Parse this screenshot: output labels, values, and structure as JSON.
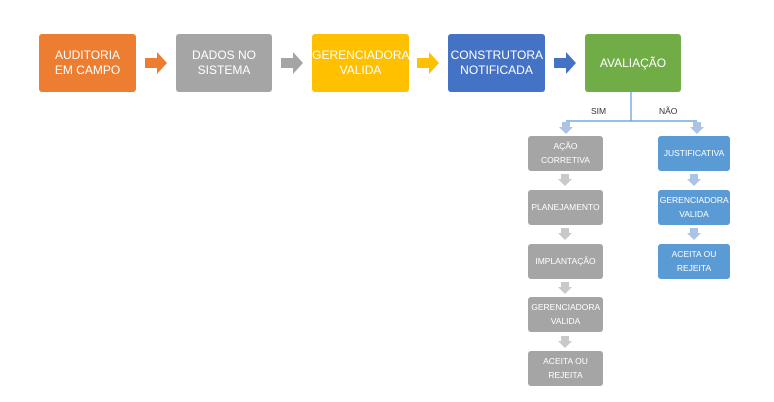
{
  "colors": {
    "orange": "#ED7D31",
    "gray": "#A5A5A5",
    "yellow": "#FFC000",
    "blue": "#4472C4",
    "green": "#70AD47",
    "light_blue": "#5B9BD5",
    "light_gray_arrow": "#C9C9C9",
    "pale_blue_arrow": "#A9C4E4"
  },
  "main_flow": [
    "AUDITORIA EM CAMPO",
    "DADOS NO SISTEMA",
    "GERENCIADORA VALIDA",
    "CONSTRUTORA NOTIFICADA",
    "AVALIAÇÃO"
  ],
  "branch_labels": {
    "yes": "SIM",
    "no": "NÃO"
  },
  "sim_branch": [
    "AÇÃO CORRETIVA",
    "PLANEJAMENTO",
    "IMPLANTAÇÃO",
    "GERENCIADORA VALIDA",
    "ACEITA OU REJEITA"
  ],
  "nao_branch": [
    "JUSTIFICATIVA",
    "GERENCIADORA VALIDA",
    "ACEITA OU REJEITA"
  ]
}
